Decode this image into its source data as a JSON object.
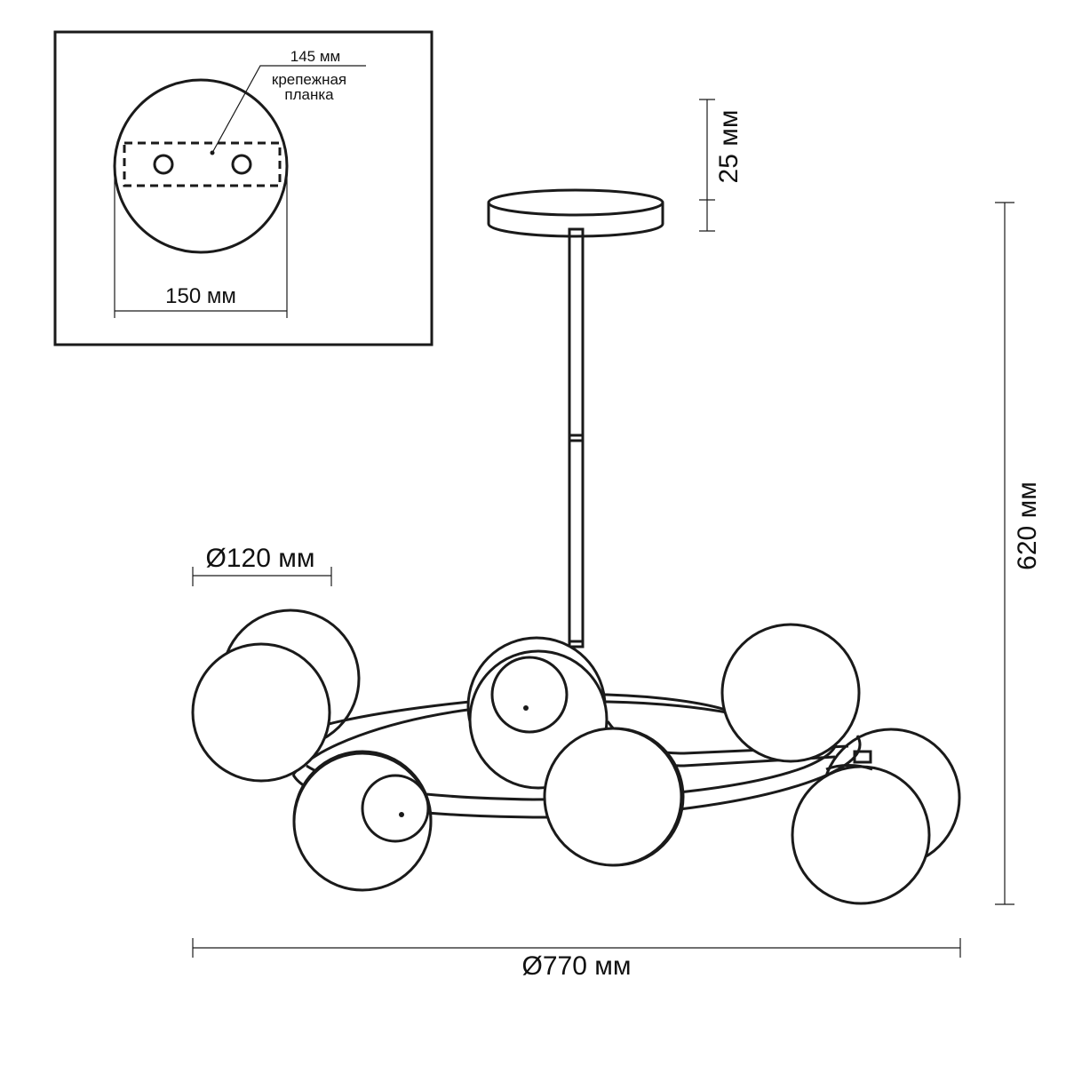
{
  "inset": {
    "plate_width_label": "145 мм",
    "plate_name_line1": "крепежная",
    "plate_name_line2": "планка",
    "canopy_diameter_label": "150 мм"
  },
  "dimensions": {
    "canopy_height_label": "25 мм",
    "total_height_label": "620 мм",
    "shade_diameter_label": "Ø120 мм",
    "total_diameter_label": "Ø770 мм"
  }
}
